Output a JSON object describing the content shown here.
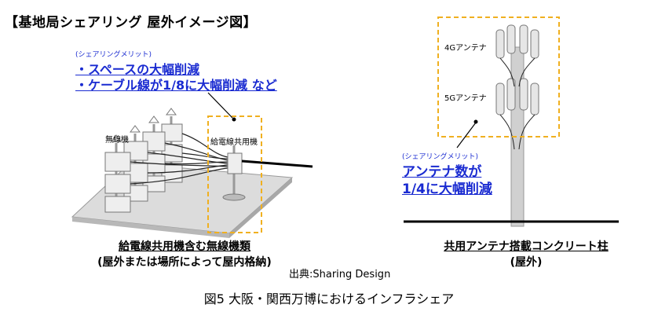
{
  "title": "【基地局シェアリング 屋外イメージ図】",
  "left": {
    "merit_label": "(シェアリングメリット)",
    "merit_line1": "・スペースの大幅削減",
    "merit_line2": "・ケーブル線が1/8に大幅削減  など",
    "radio_label": "無線機",
    "shared_feeder_label": "給電線共用機",
    "caption_line1": "給電線共用機含む無線機類",
    "caption_line2": "(屋外または場所によって屋内格納)"
  },
  "right": {
    "antenna_4g": "4Gアンテナ",
    "antenna_5g": "5Gアンテナ",
    "merit_label": "(シェアリングメリット)",
    "merit_line1": "アンテナ数が",
    "merit_line2": "1/4に大幅削減",
    "caption_line1": "共用アンテナ搭載コンクリート柱",
    "caption_line2": "(屋外)"
  },
  "source": "出典:Sharing Design",
  "figure_caption": "図5  大阪・関西万博におけるインフラシェア",
  "colors": {
    "accent_blue": "#1a2bd1",
    "dashed_box": "#f0b020"
  }
}
